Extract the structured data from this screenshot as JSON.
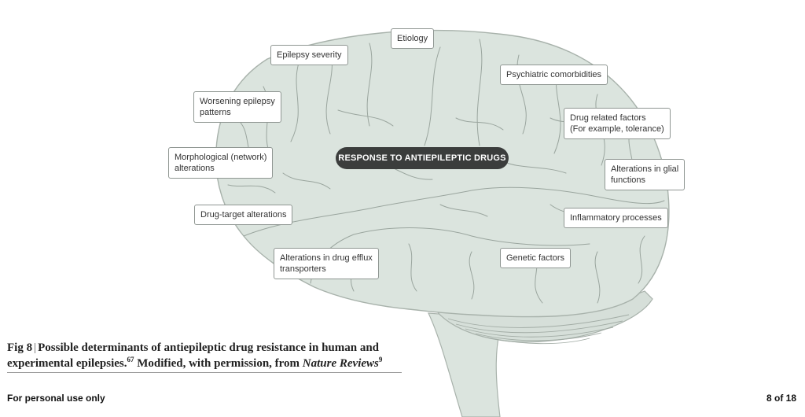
{
  "diagram": {
    "center_label": "RESPONSE TO ANTIEPILEPTIC DRUGS",
    "factors": [
      "Etiology",
      "Epilepsy severity",
      "Psychiatric comorbidities",
      "Worsening epilepsy\npatterns",
      "Drug related factors\n(For example, tolerance)",
      "Morphological (network)\nalterations",
      "Alterations in glial\nfunctions",
      "Drug-target alterations",
      "Inflammatory processes",
      "Alterations in drug efflux\ntransporters",
      "Genetic factors"
    ]
  },
  "caption": {
    "fig_number": "Fig 8",
    "title_text": "Possible determinants of antiepileptic drug resistance in human and experimental epilepsies.",
    "title_ref": "67",
    "rest_text": " Modified, with permission, from ",
    "source": "Nature Reviews",
    "source_ref": "9"
  },
  "footer": {
    "left": "For personal use only",
    "right": "8 of 18"
  },
  "colors": {
    "brain_fill": "#dbe4de",
    "brain_outline": "#a8b2ab",
    "sulci": "#9aa59e",
    "pill": "#3b3d3c"
  }
}
